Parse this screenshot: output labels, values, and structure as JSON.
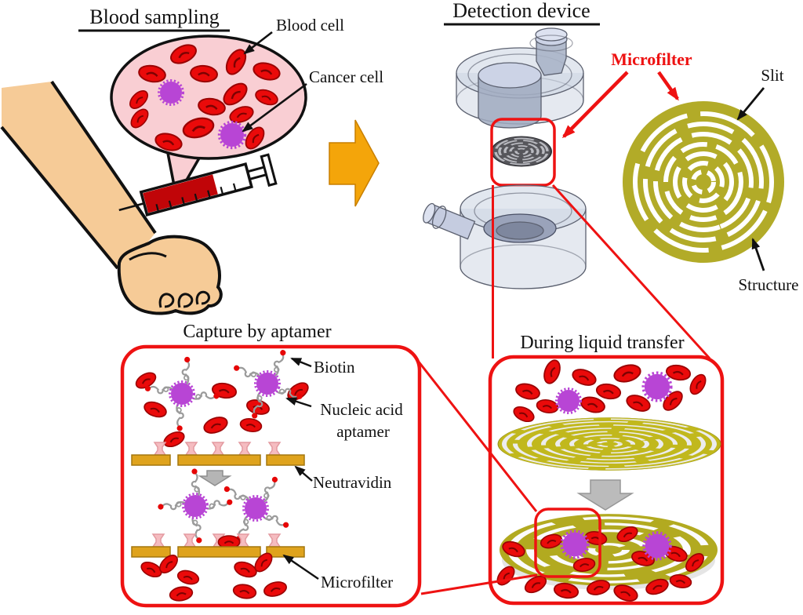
{
  "sections": {
    "blood_sampling": {
      "title": "Blood sampling",
      "blood_cell_label": "Blood cell",
      "cancer_cell_label": "Cancer cell"
    },
    "detection_device": {
      "title": "Detection device",
      "microfilter_label": "Microfilter",
      "slit_label": "Slit",
      "structure_label": "Structure"
    },
    "capture": {
      "title": "Capture by aptamer",
      "biotin_label": "Biotin",
      "nucleic_acid_line1": "Nucleic acid",
      "nucleic_acid_line2": "aptamer",
      "neutravidin_label": "Neutravidin",
      "microfilter_label": "Microfilter"
    },
    "transfer": {
      "title": "During liquid transfer"
    }
  },
  "colors": {
    "highlight_red": "#ee1212",
    "blood_cell_red": "#ea0a0a",
    "cancer_cell_purple": "#b845d5",
    "filter_olive": "#b2ab28",
    "bar_gold": "#dfa31d",
    "neutravidin_pink": "#f5bcc0",
    "skin": "#f6cb97",
    "bubble_pink": "#f9ced3",
    "device_gray": "#c6cede",
    "flow_arrow_orange": "#f4a50a"
  }
}
